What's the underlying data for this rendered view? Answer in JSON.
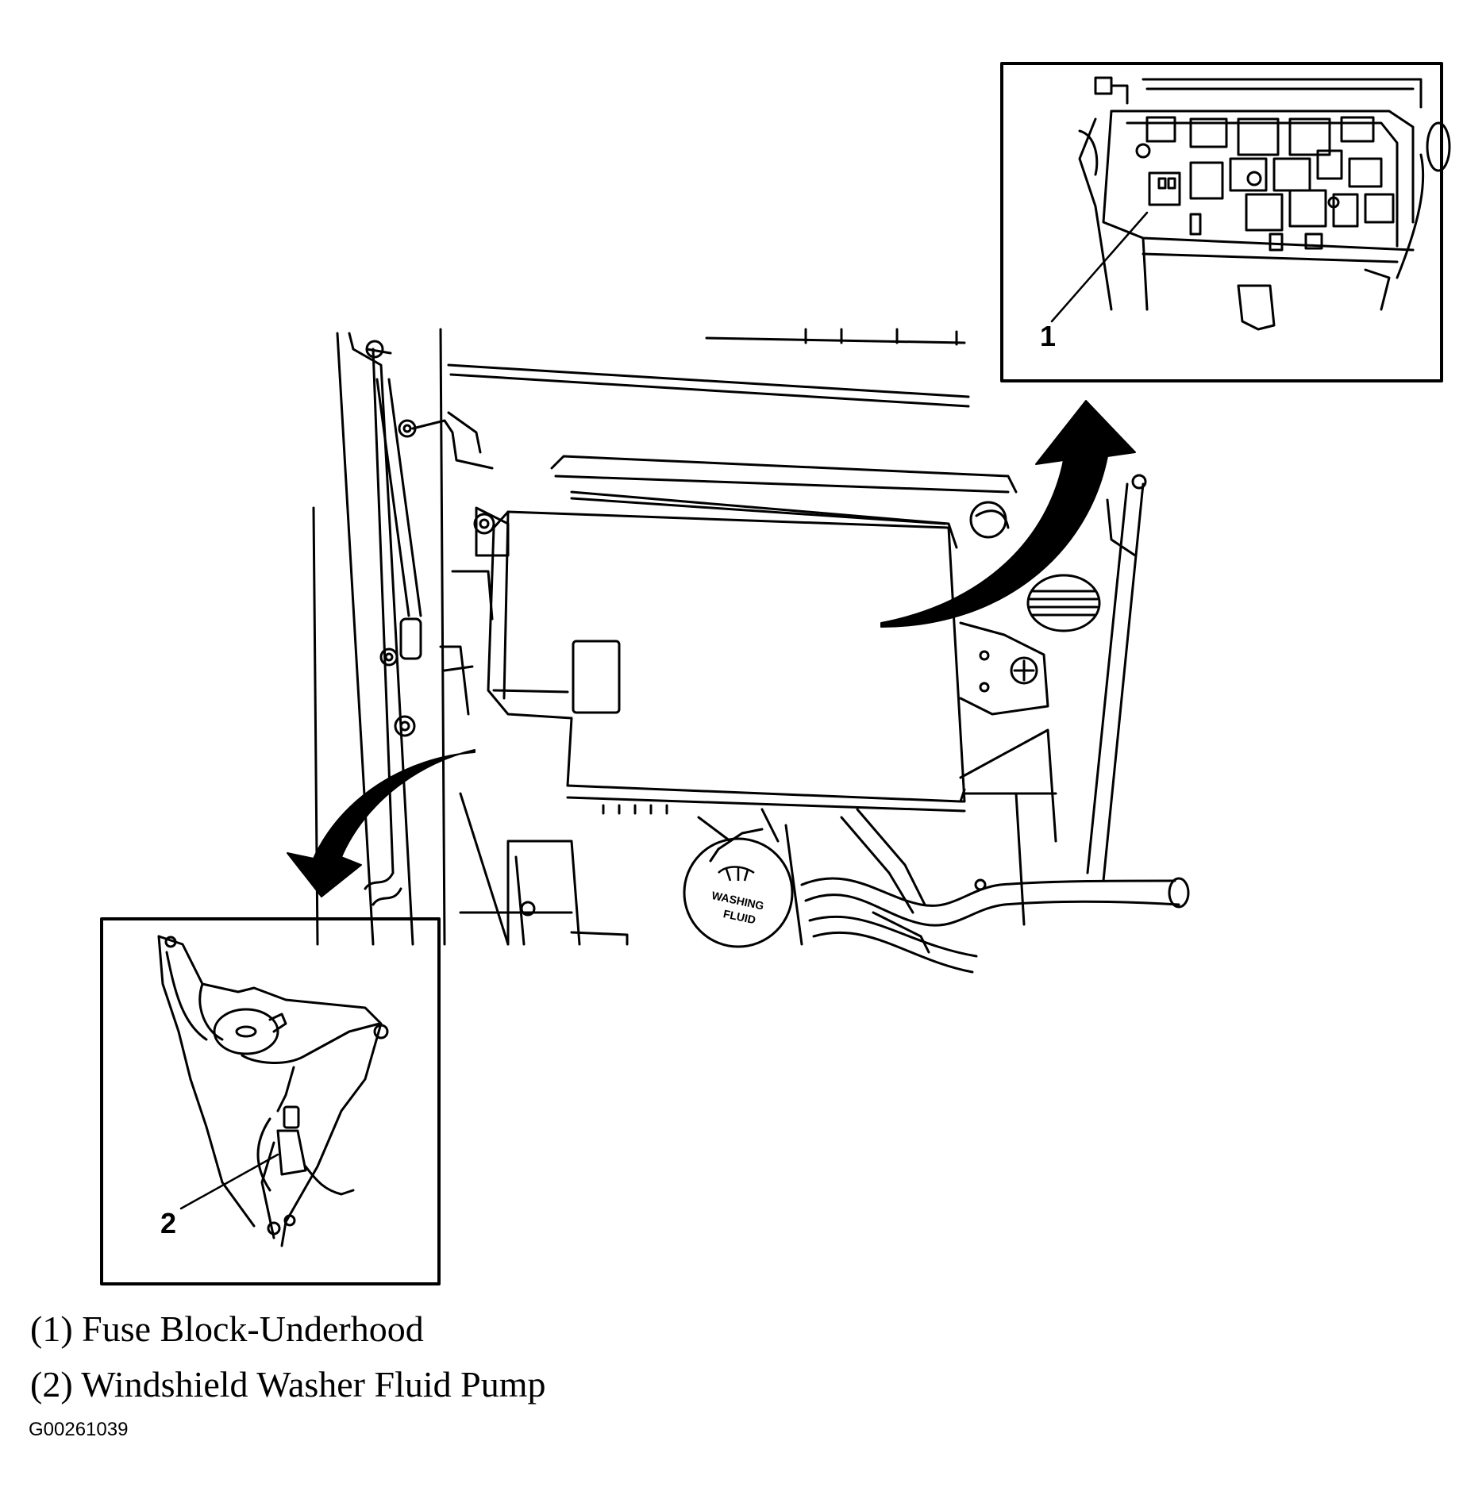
{
  "diagram": {
    "callouts": [
      {
        "number": "1",
        "label": "Fuse Block-Underhood"
      },
      {
        "number": "2",
        "label": "Windshield Washer Fluid Pump"
      }
    ],
    "washer_cap_text": [
      "WASHING",
      "FLUID"
    ]
  },
  "legend": {
    "item_1": "(1) Fuse Block-Underhood",
    "item_2": "(2) Windshield Washer Fluid Pump"
  },
  "figure_id": "G00261039"
}
